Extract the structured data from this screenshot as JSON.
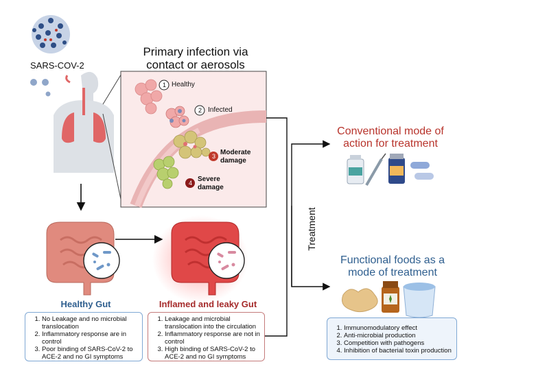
{
  "virus": {
    "label": "SARS-COV-2"
  },
  "primary": {
    "title": "Primary infection via contact or aerosols"
  },
  "stages": [
    {
      "num": "1",
      "label": "Healthy"
    },
    {
      "num": "2",
      "label": "Infected"
    },
    {
      "num": "3",
      "label": "Moderate damage"
    },
    {
      "num": "4",
      "label": "Severe damage"
    }
  ],
  "healthy_gut": {
    "title": "Healthy Gut",
    "items": [
      "No Leakage and no microbial translocation",
      "Inflammatory response are in control",
      "Poor binding of SARS-CoV-2 to ACE-2 and no GI symptoms"
    ]
  },
  "inflamed_gut": {
    "title": "Inflamed and leaky Gut",
    "items": [
      "Leakage and  microbial translocation into the circulation",
      "Inflammatory response are not in control",
      "High binding of SARS-CoV-2 to ACE-2 and no GI symptoms"
    ]
  },
  "treatment": {
    "label": "Treatment"
  },
  "conventional": {
    "title": "Conventional mode of action for treatment"
  },
  "functional": {
    "title": "Functional foods as a mode of treatment",
    "items": [
      "Immunomodulatory effect",
      "Anti-microbial production",
      "Competition with pathogens",
      "Inhibition of bacterial toxin production"
    ]
  },
  "colors": {
    "conventional_title": "#b8342c",
    "functional_title": "#2f5f8f",
    "inflamed_title": "#a52a2a",
    "healthy_title": "#2f5f8f",
    "stage3_badge": "#c0392b",
    "stage4_badge": "#8b1a1a"
  }
}
